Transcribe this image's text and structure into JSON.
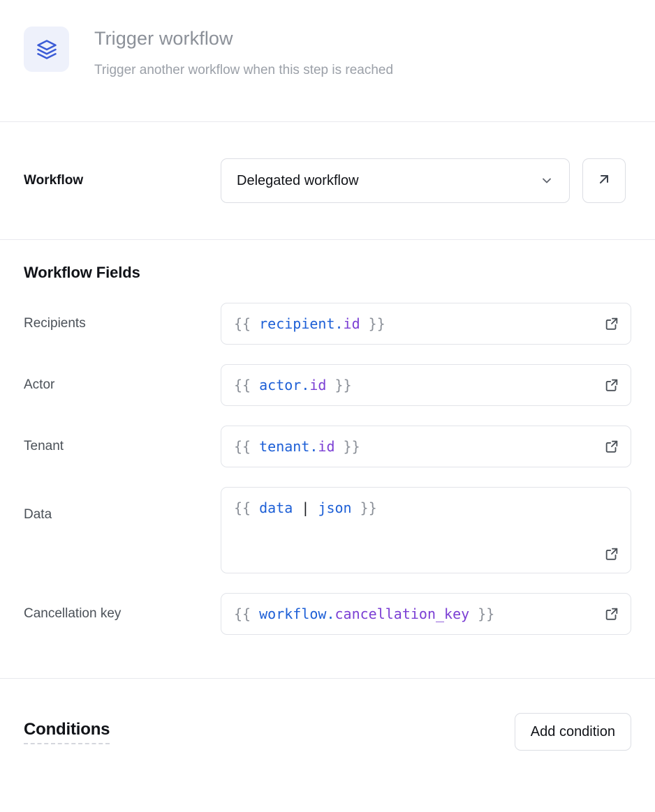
{
  "header": {
    "icon": "layers-icon",
    "title": "Trigger workflow",
    "subtitle": "Trigger another workflow when this step is reached",
    "icon_color": "#3b5bd6",
    "icon_bg": "#eef1fb"
  },
  "workflow_row": {
    "label": "Workflow",
    "selected": "Delegated workflow",
    "dropdown_icon": "chevron-down-icon",
    "open_button_icon": "arrow-up-right-icon"
  },
  "fields_section": {
    "title": "Workflow Fields",
    "fields": [
      {
        "label": "Recipients",
        "multiline": false,
        "tokens": [
          {
            "text": "{{ ",
            "kind": "punct"
          },
          {
            "text": "recipient",
            "kind": "obj"
          },
          {
            "text": ".",
            "kind": "dot"
          },
          {
            "text": "id",
            "kind": "prop"
          },
          {
            "text": " }}",
            "kind": "punct"
          }
        ],
        "expand_icon": "external-link-icon"
      },
      {
        "label": "Actor",
        "multiline": false,
        "tokens": [
          {
            "text": "{{ ",
            "kind": "punct"
          },
          {
            "text": "actor",
            "kind": "obj"
          },
          {
            "text": ".",
            "kind": "dot"
          },
          {
            "text": "id",
            "kind": "prop"
          },
          {
            "text": " }}",
            "kind": "punct"
          }
        ],
        "expand_icon": "external-link-icon"
      },
      {
        "label": "Tenant",
        "multiline": false,
        "tokens": [
          {
            "text": "{{ ",
            "kind": "punct"
          },
          {
            "text": "tenant",
            "kind": "obj"
          },
          {
            "text": ".",
            "kind": "dot"
          },
          {
            "text": "id",
            "kind": "prop"
          },
          {
            "text": " }}",
            "kind": "punct"
          }
        ],
        "expand_icon": "external-link-icon"
      },
      {
        "label": "Data",
        "multiline": true,
        "tokens": [
          {
            "text": "{{ ",
            "kind": "punct"
          },
          {
            "text": "data",
            "kind": "obj"
          },
          {
            "text": " ",
            "kind": "punct"
          },
          {
            "text": "|",
            "kind": "pipe"
          },
          {
            "text": " ",
            "kind": "punct"
          },
          {
            "text": "json",
            "kind": "filter"
          },
          {
            "text": " }}",
            "kind": "punct"
          }
        ],
        "expand_icon": "external-link-icon"
      },
      {
        "label": "Cancellation key",
        "multiline": false,
        "tokens": [
          {
            "text": "{{ ",
            "kind": "punct"
          },
          {
            "text": "workflow",
            "kind": "obj"
          },
          {
            "text": ".",
            "kind": "dot"
          },
          {
            "text": "cancellation_key",
            "kind": "prop"
          },
          {
            "text": " }}",
            "kind": "punct"
          }
        ],
        "expand_icon": "external-link-icon"
      }
    ]
  },
  "conditions_section": {
    "title": "Conditions",
    "add_button": "Add condition"
  },
  "colors": {
    "accent_blue": "#1d5fd6",
    "accent_purple": "#7b3fd4",
    "border": "#dcdee4",
    "divider": "#e8e9ee",
    "muted_text": "#8b9098"
  }
}
